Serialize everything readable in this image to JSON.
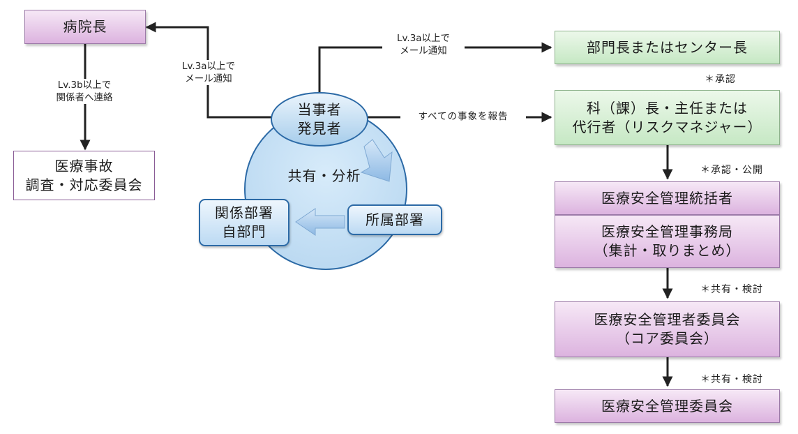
{
  "nodes": {
    "director": "病院長",
    "investigation": [
      "医療事故",
      "調査・対応委員会"
    ],
    "reporter": [
      "当事者",
      "発見者"
    ],
    "share_analysis": "共有・分析",
    "own_department": "所属部署",
    "related_department": [
      "関係部署",
      "自部門"
    ],
    "department_head": "部門長またはセンター長",
    "section_head": [
      "科（課）長・主任または",
      "代行者（リスクマネジャー）"
    ],
    "safety_supervisor": "医療安全管理統括者",
    "safety_office": [
      "医療安全管理事務局",
      "（集計・取りまとめ）"
    ],
    "safety_manager_committee": [
      "医療安全管理者委員会",
      "（コア委員会）"
    ],
    "safety_committee": "医療安全管理委員会"
  },
  "edge_labels": {
    "lv3b_contact": [
      "Lv.3b以上で",
      "関係者へ連絡"
    ],
    "lv3a_mail_left": [
      "Lv.3a以上で",
      "メール通知"
    ],
    "lv3a_mail_top": [
      "Lv.3a以上で",
      "メール通知"
    ],
    "report_all": "すべての事象を報告"
  },
  "annotations": {
    "approve": "＊承認",
    "approve_publish": "＊承認・公開",
    "share_review_1": "＊共有・検討",
    "share_review_2": "＊共有・検討"
  }
}
